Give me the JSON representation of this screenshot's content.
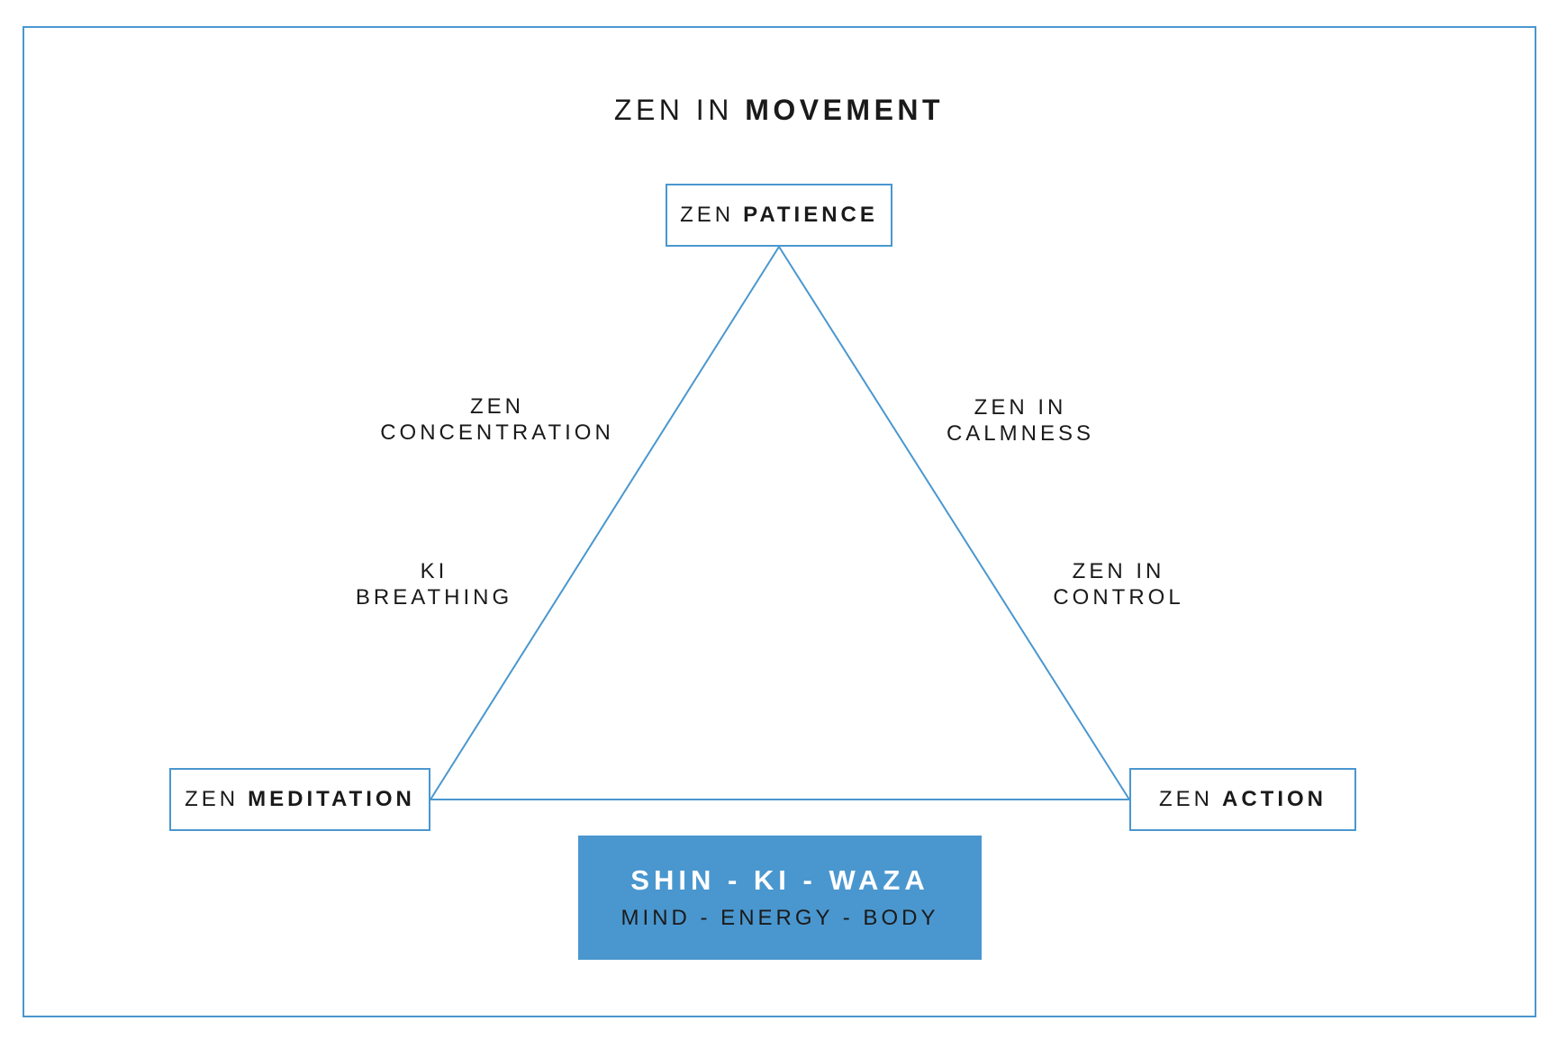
{
  "title": {
    "prefix": "ZEN IN",
    "emphasis": "MOVEMENT"
  },
  "nodes": {
    "top": {
      "prefix": "ZEN",
      "emphasis": "PATIENCE"
    },
    "left": {
      "prefix": "ZEN",
      "emphasis": "MEDITATION"
    },
    "right": {
      "prefix": "ZEN",
      "emphasis": "ACTION"
    }
  },
  "edge_labels": {
    "left_upper": {
      "line1": "ZEN",
      "line2": "CONCENTRATION"
    },
    "left_lower": {
      "line1": "KI",
      "line2": "BREATHING"
    },
    "right_upper": {
      "line1": "ZEN IN",
      "line2": "CALMNESS"
    },
    "right_lower": {
      "line1": "ZEN IN",
      "line2": "CONTROL"
    }
  },
  "core": {
    "title": "SHIN - KI - WAZA",
    "subtitle": "MIND - ENERGY - BODY"
  },
  "colors": {
    "accent": "#4a97cf",
    "text": "#1a1a1a",
    "core_title_text": "#ffffff"
  }
}
